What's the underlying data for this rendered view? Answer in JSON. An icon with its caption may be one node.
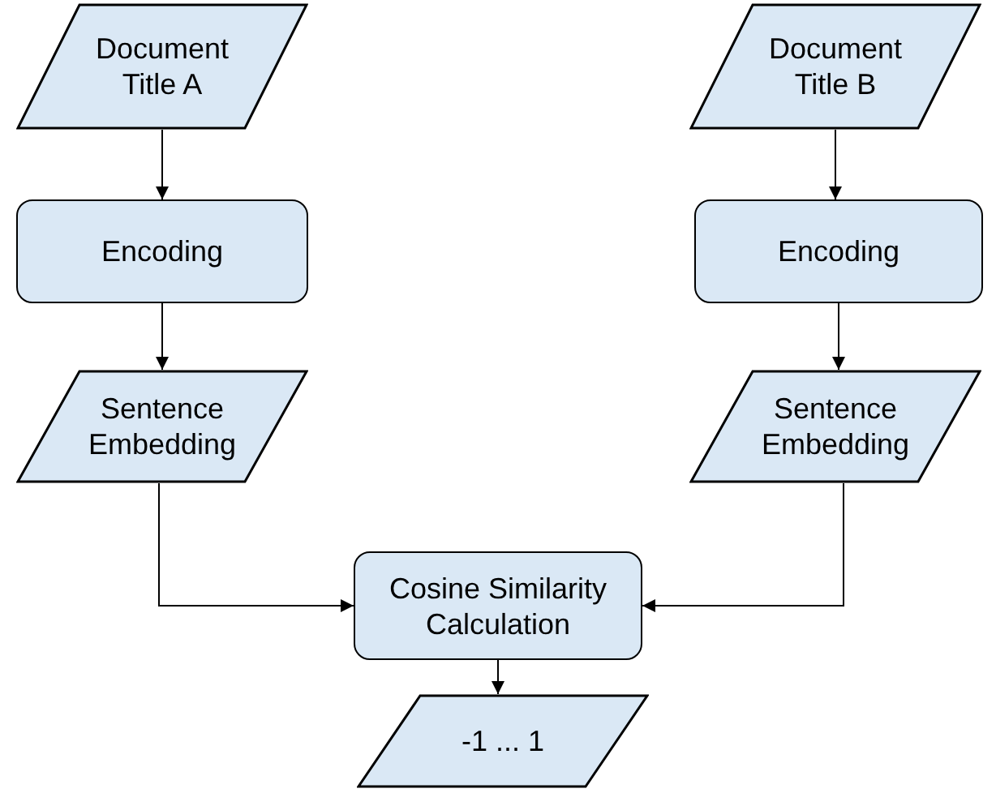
{
  "diagram": {
    "nodes": [
      {
        "text": [
          "Document Title A"
        ]
      },
      {
        "text": [
          "Encoding"
        ]
      },
      {
        "text": [
          "Sentence Embedding"
        ]
      },
      {
        "text": [
          "Document Title B"
        ]
      },
      {
        "text": [
          "Encoding"
        ]
      },
      {
        "text": [
          "Sentence Embedding"
        ]
      },
      {
        "text": [
          "Cosine Similarity Calculation"
        ]
      },
      {
        "text": [
          "-1 ... 1"
        ]
      }
    ],
    "edges": [
      {
        "from": 0,
        "to": 1,
        "arrow": "to"
      },
      {
        "from": 1,
        "to": 2,
        "arrow": "to"
      },
      {
        "from": 2,
        "to": 6,
        "arrow": "to"
      },
      {
        "from": 3,
        "to": 4,
        "arrow": "to"
      },
      {
        "from": 4,
        "to": 5,
        "arrow": "to"
      },
      {
        "from": 5,
        "to": 6,
        "arrow": "to"
      },
      {
        "from": 6,
        "to": 7,
        "arrow": "to"
      }
    ]
  }
}
